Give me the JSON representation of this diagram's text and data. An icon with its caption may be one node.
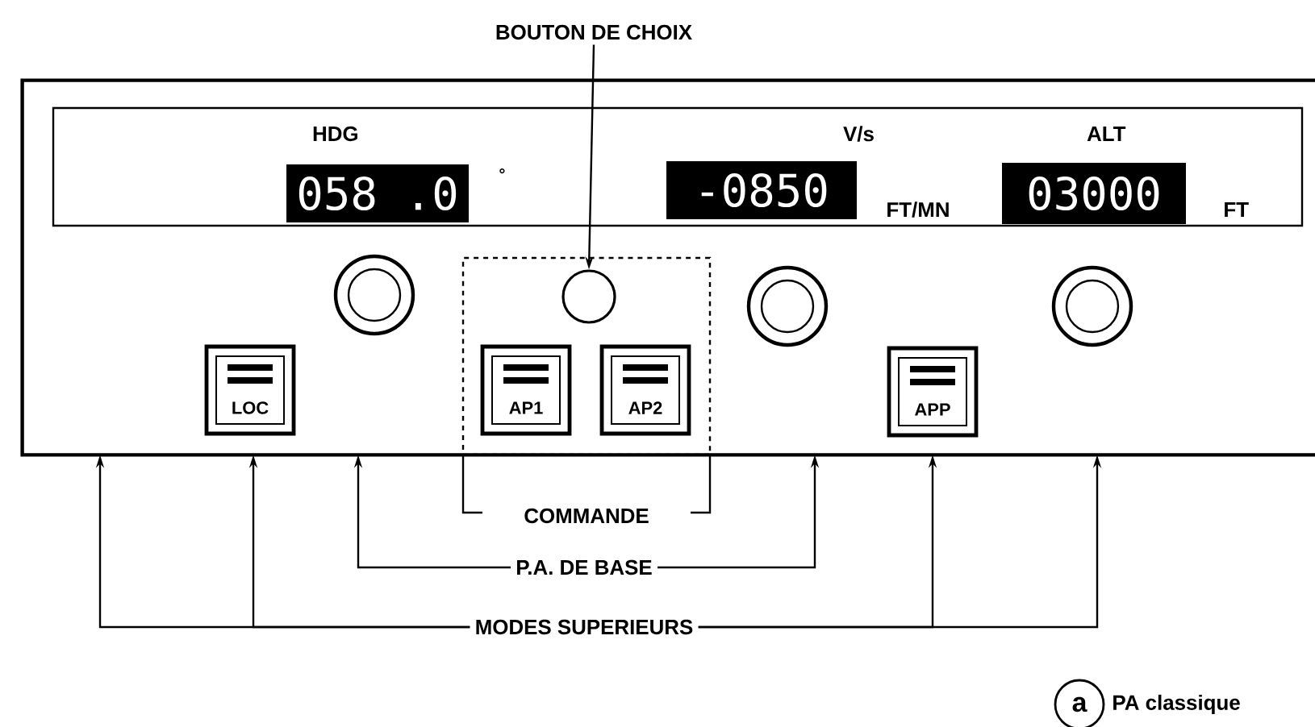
{
  "diagram": {
    "nodes": [
      {
        "text": [],
        "shape": "box"
      },
      {
        "text": [],
        "shape": "box",
        "in": 0
      },
      {
        "text": [
          "HDG",
          "058 .0"
        ],
        "beside": [
          "°"
        ],
        "in": 1
      },
      {
        "text": [
          "V/s",
          "-0850"
        ],
        "beside": [
          "FT/MN"
        ],
        "in": 1
      },
      {
        "text": [
          "ALT",
          "03000"
        ],
        "beside": [
          "FT"
        ],
        "in": 1
      },
      {
        "text": [],
        "shape": "circle",
        "in": 0
      },
      {
        "text": [
          "COMMANDE"
        ],
        "in": 0
      },
      {
        "text": [],
        "shape": "circle",
        "in": 6
      },
      {
        "text": [
          "AP1"
        ],
        "in": 6
      },
      {
        "text": [
          "AP2"
        ],
        "in": 6
      },
      {
        "text": [],
        "shape": "circle",
        "in": 0
      },
      {
        "text": [],
        "shape": "circle",
        "in": 0
      },
      {
        "text": [
          "LOC"
        ],
        "in": 0
      },
      {
        "text": [
          "APP"
        ],
        "in": 0
      },
      {
        "text": [
          "BOUTON DE CHOIX"
        ]
      },
      {
        "text": [
          "P.A. DE BASE"
        ]
      },
      {
        "text": [
          "MODES SUPERIEURS"
        ]
      },
      {
        "text": [
          "a"
        ],
        "beside": [
          "PA classique"
        ]
      }
    ],
    "edges": [
      {
        "from": 14,
        "to": 7,
        "arrow": "to"
      },
      {
        "from": 15,
        "to": 0,
        "arrow": "to"
      },
      {
        "from": 15,
        "to": 0,
        "arrow": "to"
      },
      {
        "from": 16,
        "to": 0,
        "arrow": "to"
      },
      {
        "from": 16,
        "to": 0,
        "arrow": "to"
      },
      {
        "from": 16,
        "to": 0,
        "arrow": "to"
      },
      {
        "from": 16,
        "to": 0,
        "arrow": "to"
      }
    ]
  }
}
